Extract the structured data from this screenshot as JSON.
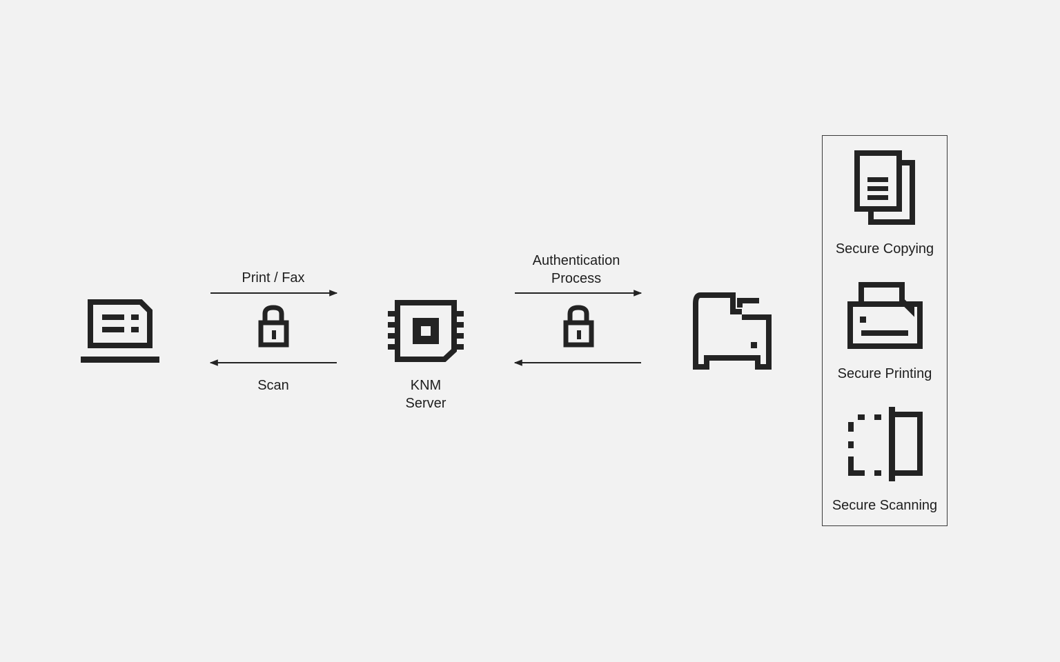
{
  "diagram": {
    "ink_color": "#232323",
    "background_color": "#f2f2f2",
    "nodes": {
      "client": {
        "icon": "laptop-icon"
      },
      "server": {
        "icon": "server-chip-icon",
        "label_line1": "KNM",
        "label_line2": "Server"
      },
      "mfp": {
        "icon": "multifunction-printer-icon"
      }
    },
    "links": {
      "client_server": {
        "top_label": "Print / Fax",
        "bottom_label": "Scan",
        "lock_icon": "padlock-icon"
      },
      "server_mfp": {
        "top_label_line1": "Authentication",
        "top_label_line2": "Process",
        "lock_icon": "padlock-icon"
      }
    },
    "features": [
      {
        "label": "Secure Copying",
        "icon": "copy-documents-icon"
      },
      {
        "label": "Secure Printing",
        "icon": "printer-icon"
      },
      {
        "label": "Secure Scanning",
        "icon": "scanner-icon"
      }
    ]
  }
}
